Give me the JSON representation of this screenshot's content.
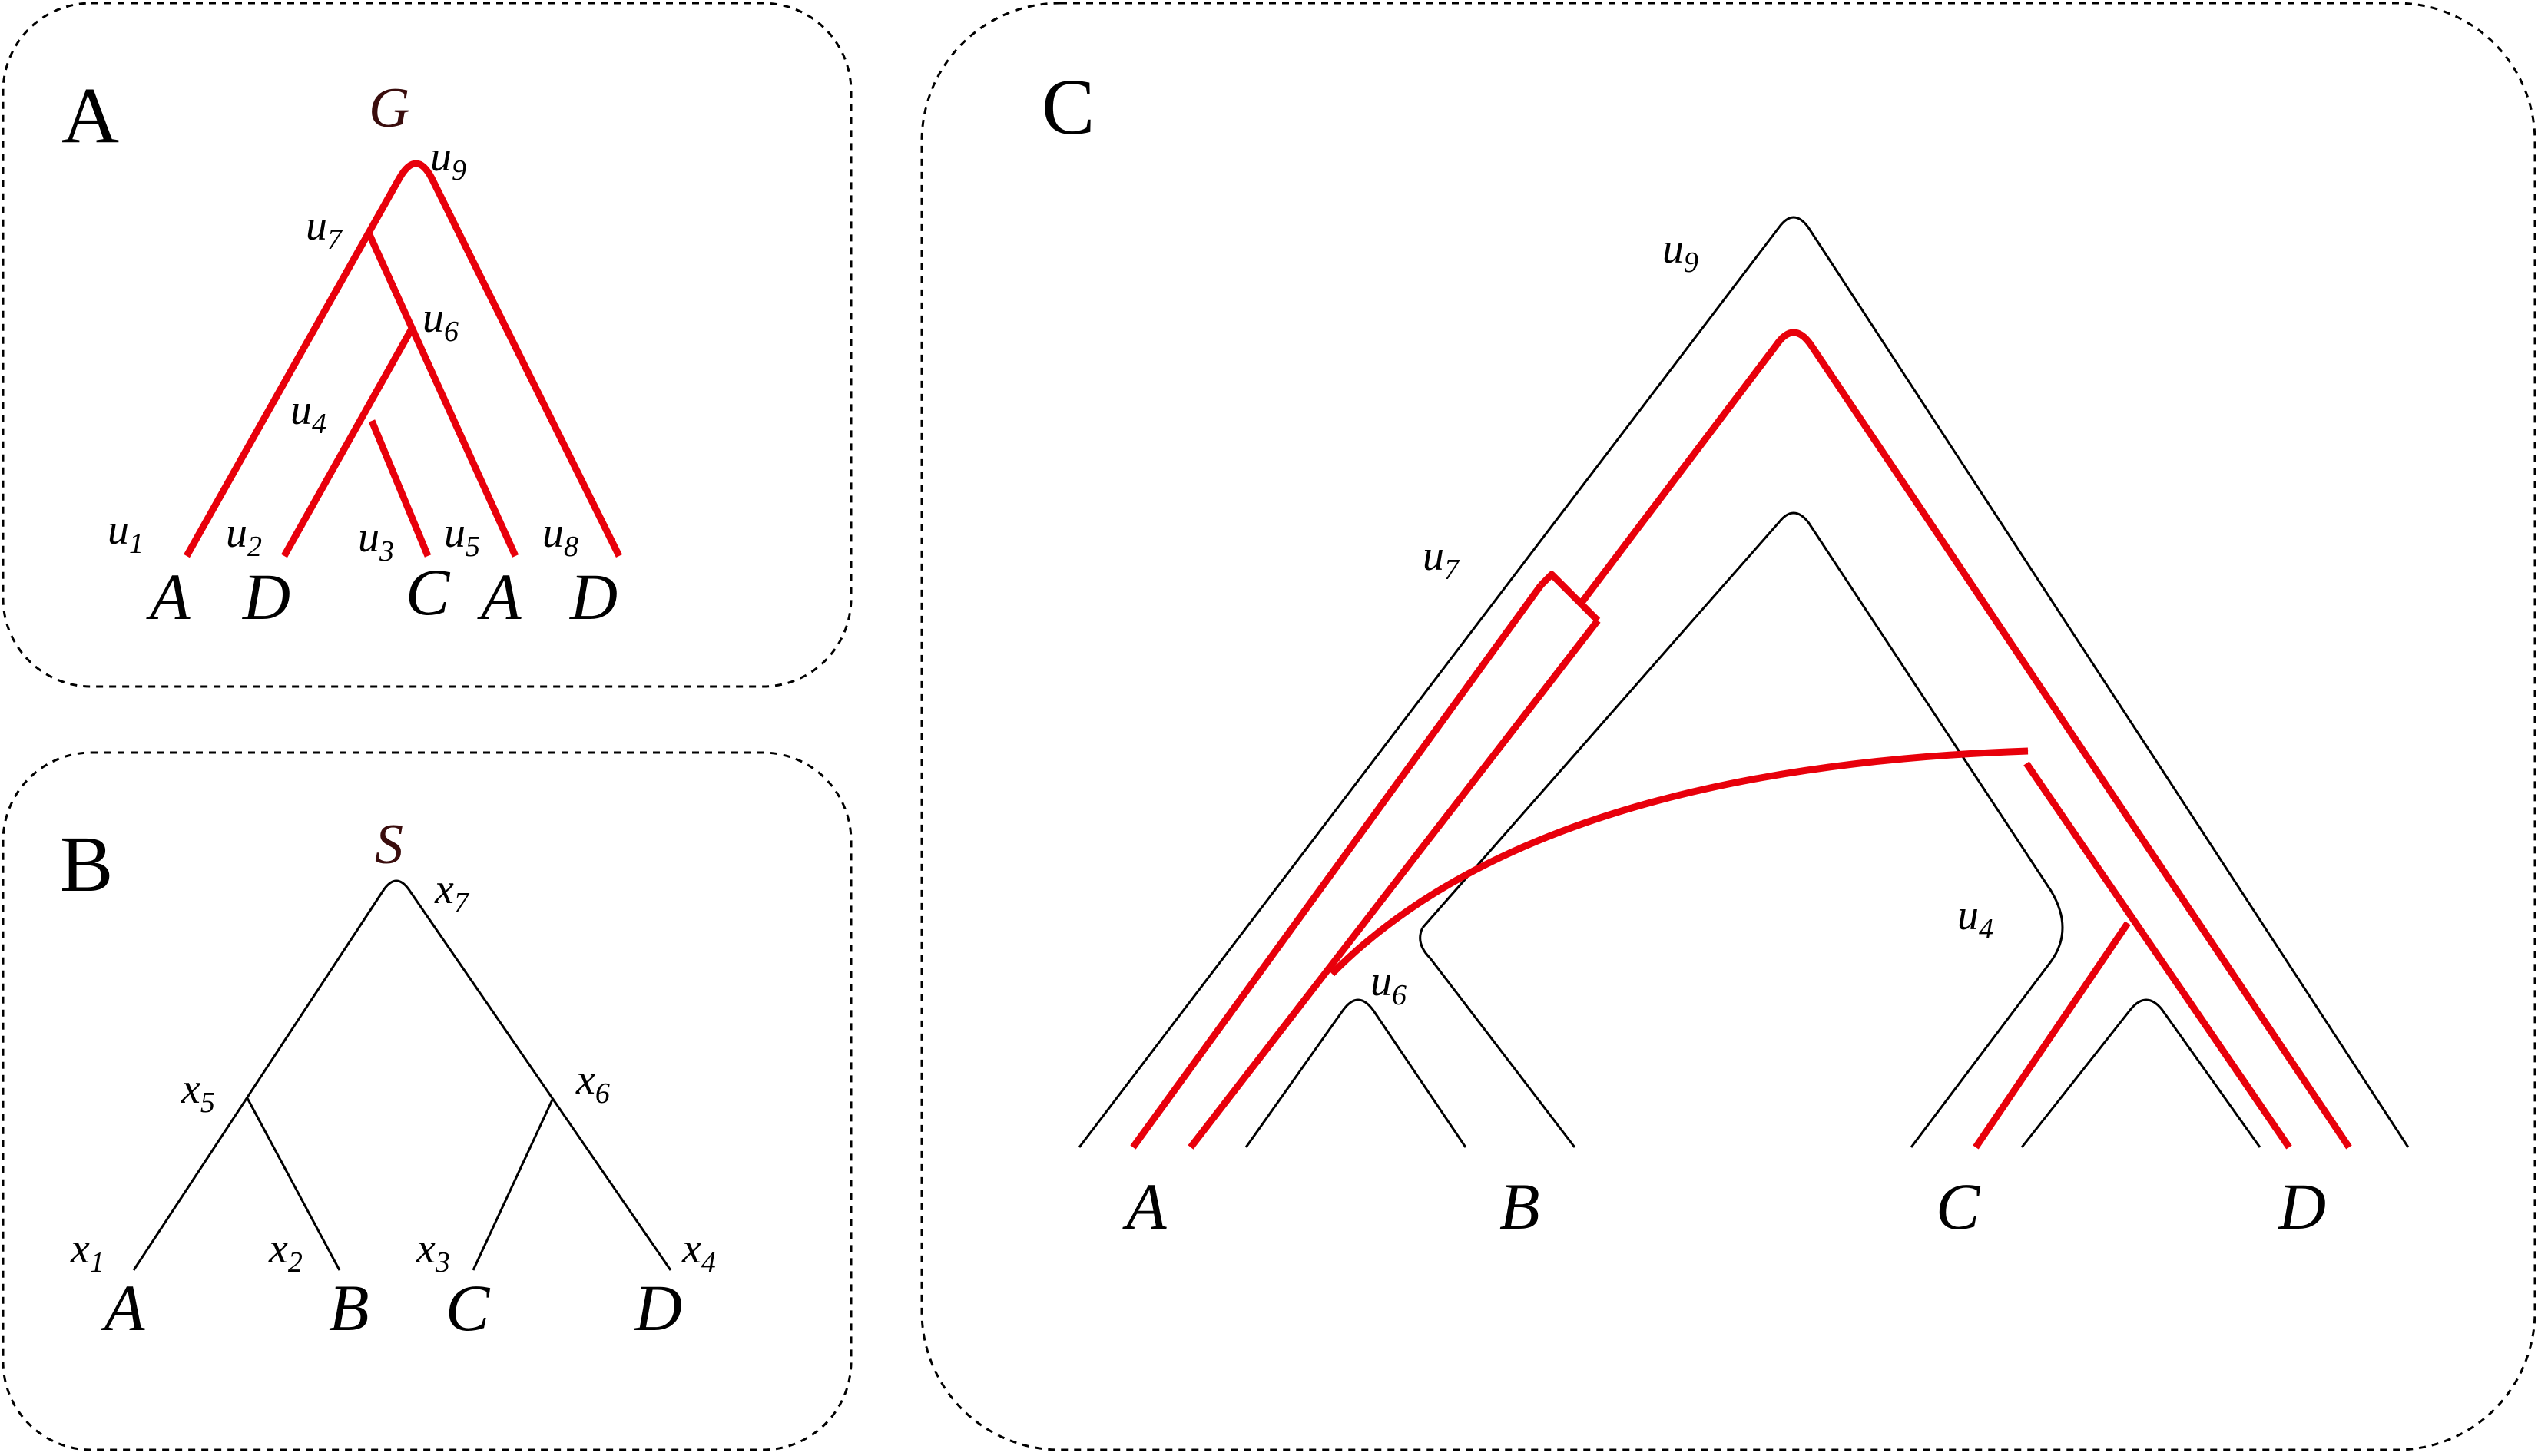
{
  "panels": {
    "a": {
      "letter": "A",
      "root": "G",
      "nodes": {
        "u9": [
          "u",
          "9"
        ],
        "u7": [
          "u",
          "7"
        ],
        "u6": [
          "u",
          "6"
        ],
        "u4": [
          "u",
          "4"
        ],
        "u1": [
          "u",
          "1"
        ],
        "u2": [
          "u",
          "2"
        ],
        "u3": [
          "u",
          "3"
        ],
        "u5": [
          "u",
          "5"
        ],
        "u8": [
          "u",
          "8"
        ]
      },
      "leaves": [
        "A",
        "D",
        "C",
        "A",
        "D"
      ]
    },
    "b": {
      "letter": "B",
      "root": "S",
      "nodes": {
        "x7": [
          "x",
          "7"
        ],
        "x5": [
          "x",
          "5"
        ],
        "x6": [
          "x",
          "6"
        ],
        "x1": [
          "x",
          "1"
        ],
        "x2": [
          "x",
          "2"
        ],
        "x3": [
          "x",
          "3"
        ],
        "x4": [
          "x",
          "4"
        ]
      },
      "leaves": [
        "A",
        "B",
        "C",
        "D"
      ]
    },
    "c": {
      "letter": "C",
      "nodes": {
        "u9": [
          "u",
          "9"
        ],
        "u7": [
          "u",
          "7"
        ],
        "u6": [
          "u",
          "6"
        ],
        "u4": [
          "u",
          "4"
        ]
      },
      "leaves": [
        "A",
        "B",
        "C",
        "D"
      ]
    }
  },
  "colors": {
    "gene_tree": "#e8000b",
    "species_tree": "#000000",
    "root_label": "#3a0d0d"
  }
}
